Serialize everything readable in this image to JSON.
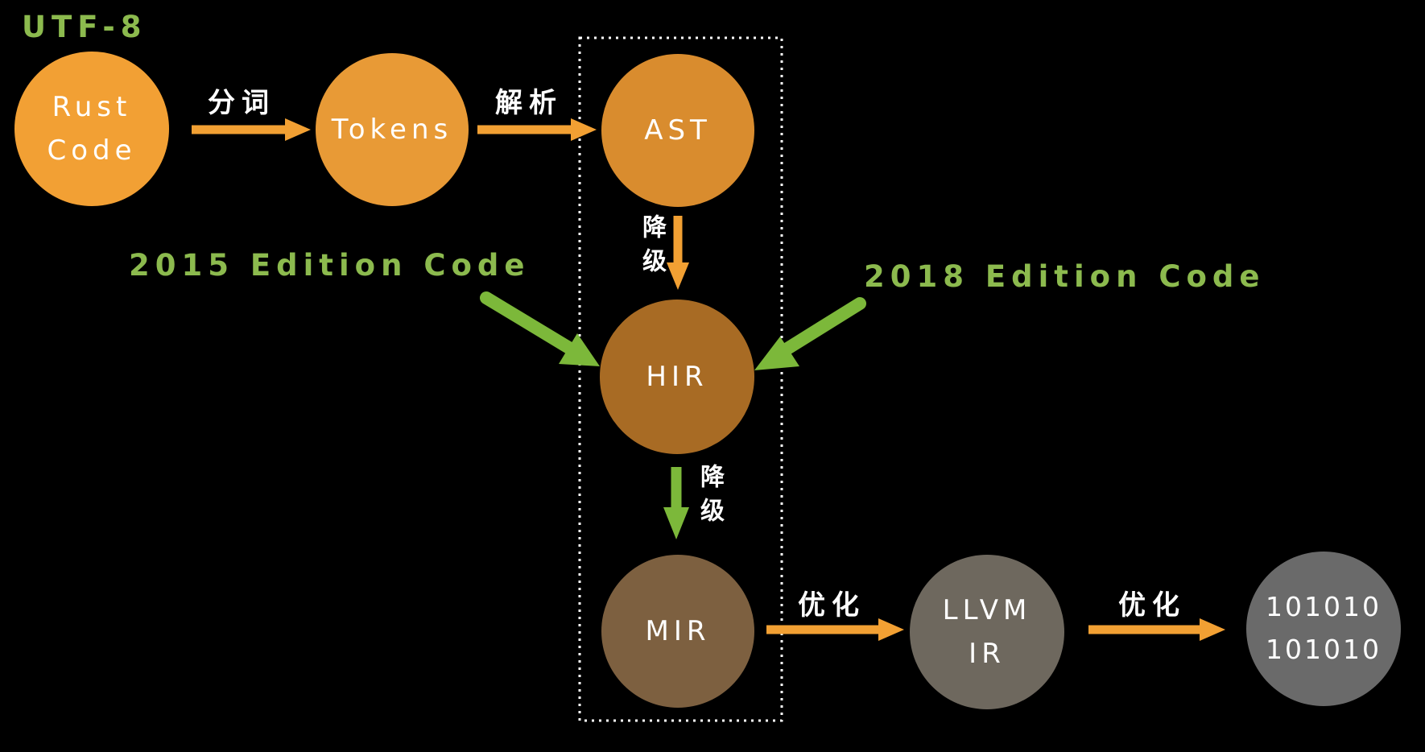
{
  "colors": {
    "background": "#000000",
    "orange_arrow": "#f2a033",
    "green_arrow": "#7cb83a",
    "green_text": "#8cba4e",
    "box_border": "#ffffff",
    "rust_code": "#f2a034",
    "tokens": "#e89a36",
    "ast": "#d98c2e",
    "hir": "#a86b24",
    "mir": "#7d6040",
    "llvm_ir": "#6e685e",
    "binary": "#6a6a6a"
  },
  "annotations": {
    "encoding": "UTF-8",
    "edition_2015": "2015 Edition Code",
    "edition_2018": "2018 Edition Code"
  },
  "nodes": {
    "rust_code": "Rust\nCode",
    "tokens": "Tokens",
    "ast": "AST",
    "hir": "HIR",
    "mir": "MIR",
    "llvm_ir": "LLVM\nIR",
    "binary": "101010\n101010"
  },
  "edges": {
    "tokenize": "分词",
    "parse": "解析",
    "lower_ast_hir": "降级",
    "lower_hir_mir": "降级",
    "optimize_mir": "优化",
    "optimize_llvm": "优化"
  }
}
